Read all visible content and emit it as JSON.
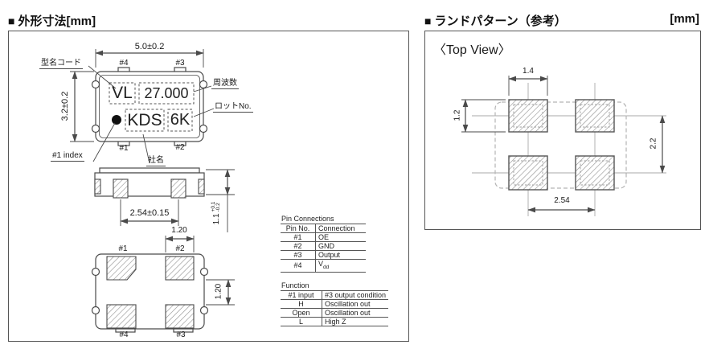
{
  "section_marker": "■",
  "left": {
    "title": "外形寸法[mm]",
    "top_view": {
      "dim_width": "5.0±0.2",
      "dim_height": "3.2±0.2",
      "pins": {
        "p4": "#4",
        "p3": "#3",
        "p1": "#1",
        "p2": "#2"
      },
      "marking": {
        "model_code": "VL",
        "frequency": "27.000",
        "company": "KDS",
        "lot": "6K"
      },
      "callouts": {
        "model_code": "型名コード",
        "frequency": "周波数",
        "lot_no": "ロットNo.",
        "company": "社名",
        "index": "#1 index"
      }
    },
    "side_view": {
      "dim_pitch": "2.54±0.15",
      "dim_h": "1.1",
      "dim_h_plus": "+0.1",
      "dim_h_minus": "-0.2"
    },
    "bottom_view": {
      "dim_w": "1.20",
      "dim_h": "1.20",
      "pins": {
        "p1": "#1",
        "p2": "#2",
        "p4": "#4",
        "p3": "#3"
      }
    },
    "pin_table": {
      "title": "Pin Connections",
      "headers": [
        "Pin No.",
        "Connection"
      ],
      "rows": [
        [
          "#1",
          "OE"
        ],
        [
          "#2",
          "GND"
        ],
        [
          "#3",
          "Output"
        ],
        [
          "#4",
          {
            "base": "V",
            "sub": "dd"
          }
        ]
      ]
    },
    "function_table": {
      "title": "Function",
      "headers": [
        "#1 input",
        "#3 output condition"
      ],
      "rows": [
        [
          "H",
          "Oscillation out"
        ],
        [
          "Open",
          "Oscillation out"
        ],
        [
          "L",
          "High Z"
        ]
      ]
    }
  },
  "right": {
    "title": "ランドパターン（参考）",
    "unit": "[mm]",
    "view_label": "〈Top View〉",
    "dims": {
      "pad_w": "1.4",
      "pad_h": "1.2",
      "pitch_v": "2.2",
      "pitch_h": "2.54"
    }
  },
  "colors": {
    "line": "#4a4a4a",
    "text": "#1a1a1a",
    "hatch": "#8f8f8f",
    "centerline": "#a9a9a9"
  }
}
